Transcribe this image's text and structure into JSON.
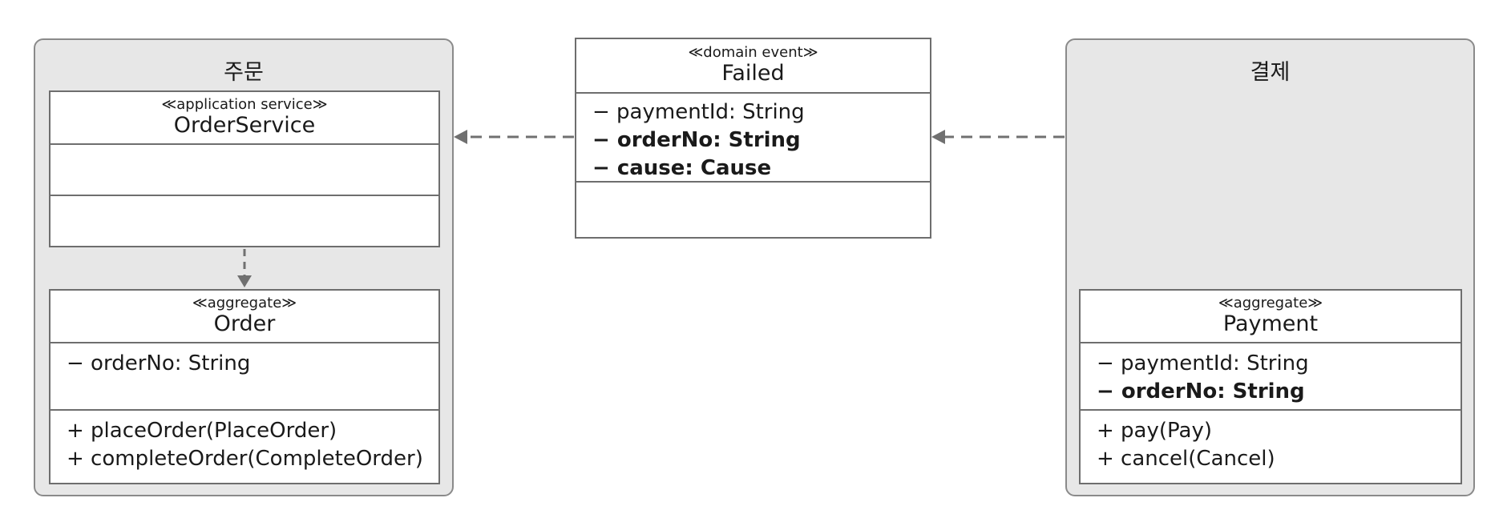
{
  "contexts": {
    "order": {
      "title": "주문"
    },
    "payment": {
      "title": "결제"
    }
  },
  "classes": {
    "order_service": {
      "stereotype": "≪application service≫",
      "name": "OrderService",
      "attributes": [],
      "operations": []
    },
    "order": {
      "stereotype": "≪aggregate≫",
      "name": "Order",
      "attributes": [
        "− orderNo: String"
      ],
      "operations": [
        "+ placeOrder(PlaceOrder)",
        "+ completeOrder(CompleteOrder)"
      ]
    },
    "failed": {
      "stereotype": "≪domain event≫",
      "name": "Failed",
      "attributes": [
        "− paymentId: String",
        "− orderNo: String",
        "− cause: Cause"
      ],
      "operations": []
    },
    "payment": {
      "stereotype": "≪aggregate≫",
      "name": "Payment",
      "attributes": [
        "− paymentId: String",
        "− orderNo: String"
      ],
      "operations": [
        "+ pay(Pay)",
        "+ cancel(Cancel)"
      ]
    }
  },
  "colors": {
    "context_fill": "#e7e7e7",
    "border": "#6e6e6e",
    "arrow": "#707070"
  }
}
